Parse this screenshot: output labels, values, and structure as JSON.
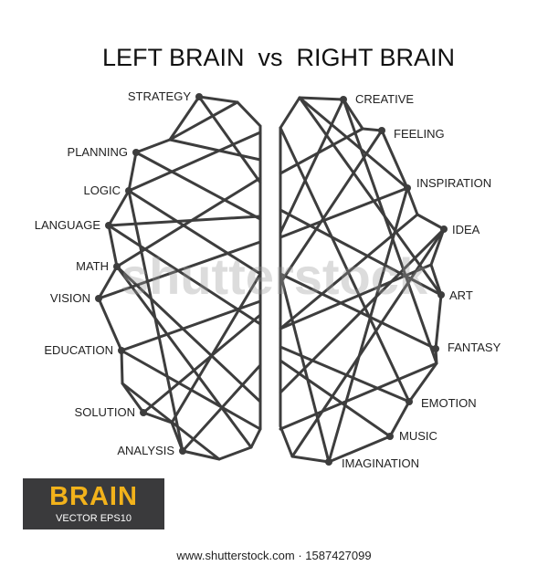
{
  "title": "LEFT BRAIN  vs  RIGHT BRAIN",
  "watermark": "shutterstock",
  "left_labels": [
    "STRATEGY",
    "PLANNING",
    "LOGIC",
    "LANGUAGE",
    "MATH",
    "VISION",
    "EDUCATION",
    "SOLUTION",
    "ANALYSIS"
  ],
  "right_labels": [
    "CREATIVE",
    "FEELING",
    "INSPIRATION",
    "IDEA",
    "ART",
    "FANTASY",
    "EMOTION",
    "MUSIC",
    "IMAGINATION"
  ],
  "badge": {
    "title": "BRAIN",
    "subtitle": "VECTOR EPS10"
  },
  "footer": "www.shutterstock.com · 1587427099",
  "colors": {
    "line": "#3d3d3d",
    "badge_bg": "#3a3a3c",
    "badge_title": "#f2b21b"
  }
}
